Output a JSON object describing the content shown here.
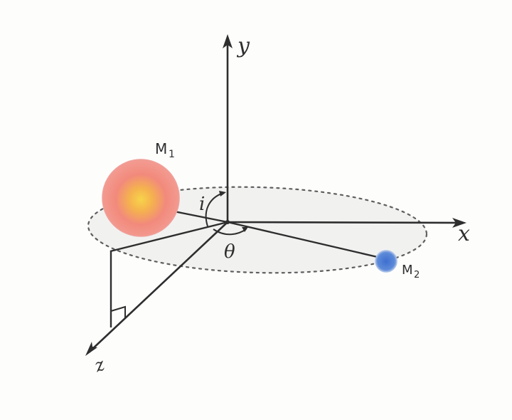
{
  "labels": {
    "y_axis": "y",
    "x_axis": "x",
    "z_axis": "z",
    "mass1": "M",
    "mass1_sub": "1",
    "mass2": "M",
    "mass2_sub": "2",
    "inclination": "i",
    "angle": "θ"
  },
  "colors": {
    "ink": "#2e2e2e",
    "orbit": "#6a6a6a",
    "orbit_fill": "#ebebeb",
    "mass1_outer": "#f08a80",
    "mass1_inner": "#f6c646",
    "mass2": "#4a78d0"
  }
}
